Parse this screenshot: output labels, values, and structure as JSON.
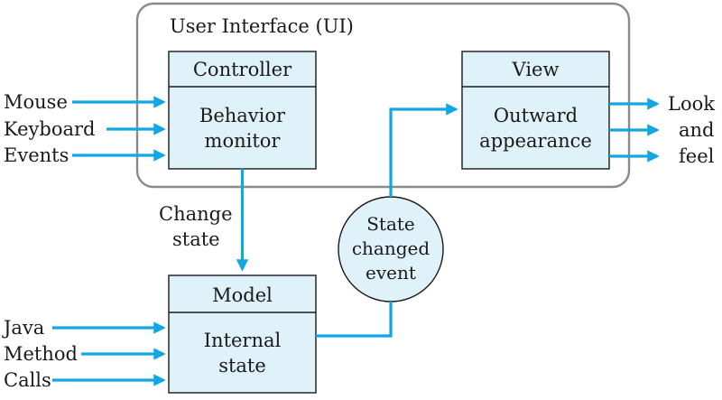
{
  "ui_frame": {
    "title": "User Interface (UI)"
  },
  "controller": {
    "title": "Controller",
    "body": [
      "Behavior",
      "monitor"
    ]
  },
  "view": {
    "title": "View",
    "body": [
      "Outward",
      "appearance"
    ]
  },
  "model": {
    "title": "Model",
    "body": [
      "Internal",
      "state"
    ]
  },
  "event_bubble": {
    "lines": [
      "State",
      "changed",
      "event"
    ]
  },
  "controller_inputs": [
    "Mouse",
    "Keyboard",
    "Events"
  ],
  "model_inputs": [
    "Java",
    "Method",
    "Calls"
  ],
  "view_outputs": [
    "Look",
    "and",
    "feel"
  ],
  "change_state": [
    "Change",
    "state"
  ],
  "colors": {
    "arrow": "#12a7e0",
    "box_fill": "#dff1f9",
    "frame": "#8a8a8a"
  }
}
